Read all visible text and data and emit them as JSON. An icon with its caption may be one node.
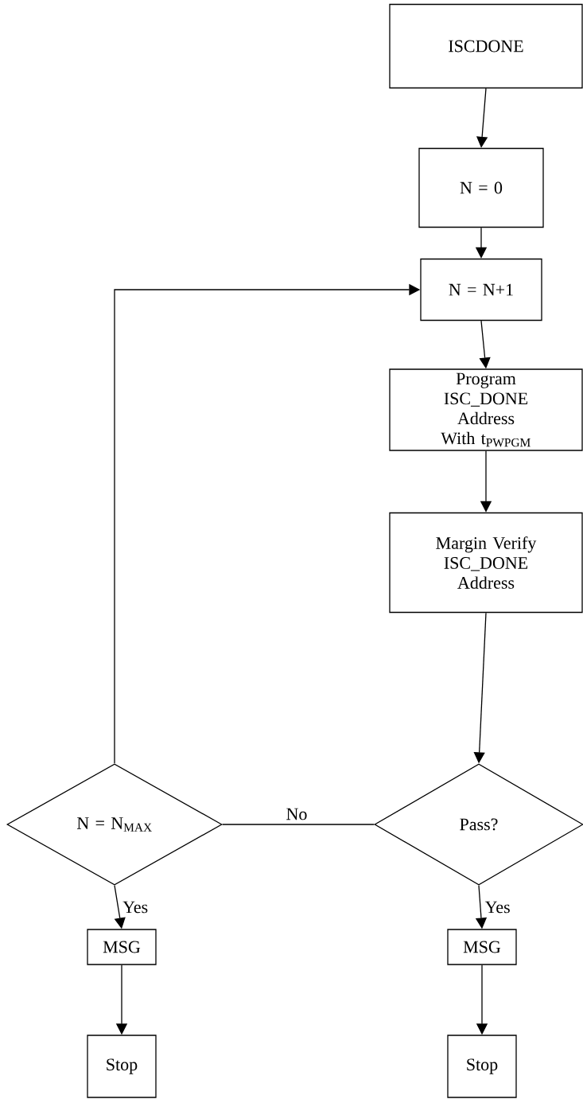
{
  "diagram": {
    "nodes": [
      {
        "text": [
          "ISCDONE"
        ]
      },
      {
        "text": [
          "N = 0"
        ]
      },
      {
        "text": [
          "N = N+1"
        ]
      },
      {
        "text": [
          "Program ISC_DONE Address With t$_{PWPGM}$"
        ]
      },
      {
        "text": [
          "Margin Verify ISC_DONE Address"
        ]
      },
      {
        "text": [
          "Pass?"
        ]
      },
      {
        "text": [
          "N = N$_{MAX}$"
        ]
      },
      {
        "text": [
          "MSG"
        ]
      },
      {
        "text": [
          "Stop"
        ]
      },
      {
        "text": [
          "MSG"
        ]
      },
      {
        "text": [
          "Stop"
        ]
      }
    ],
    "edges": [
      {
        "from": 0,
        "to": 1,
        "arrow": "to"
      },
      {
        "from": 1,
        "to": 2,
        "arrow": "to"
      },
      {
        "from": 2,
        "to": 3,
        "arrow": "to"
      },
      {
        "from": 3,
        "to": 4,
        "arrow": "to"
      },
      {
        "from": 4,
        "to": 5,
        "arrow": "to"
      },
      {
        "from": 5,
        "to": 6,
        "arrow": "none",
        "label": "No"
      },
      {
        "from": 6,
        "to": 2,
        "arrow": "to"
      },
      {
        "from": 6,
        "to": 7,
        "arrow": "to",
        "label": "Yes"
      },
      {
        "from": 7,
        "to": 8,
        "arrow": "to"
      },
      {
        "from": 5,
        "to": 9,
        "arrow": "to",
        "label": "Yes"
      },
      {
        "from": 9,
        "to": 10,
        "arrow": "to"
      }
    ]
  }
}
